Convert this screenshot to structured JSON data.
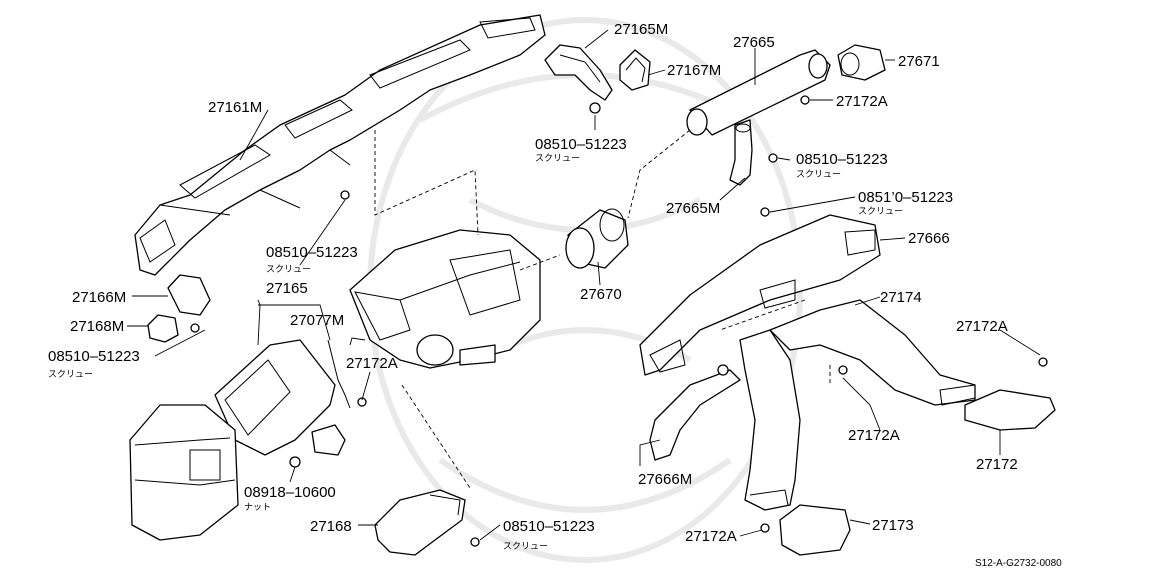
{
  "diagram": {
    "parts": {
      "p27161M": "27161M",
      "p27165M": "27165M",
      "p27167M": "27167M",
      "p27665": "27665",
      "p27671": "27671",
      "p27172A_top": "27172A",
      "screw_top_mid": "08510–51223",
      "screw_top_mid_sub": "スクリュー",
      "screw_right1": "08510–51223",
      "screw_right1_sub": "スクリュー",
      "p27665M": "27665M",
      "screw_right2": "0851’0–51223",
      "screw_right2_sub": "スクリュー",
      "p27666": "27666",
      "screw_left_mid": "08510–51223",
      "screw_left_mid_sub": "スクリュー",
      "p27670": "27670",
      "p27166M": "27166M",
      "p27165": "27165",
      "p27174": "27174",
      "p27077M": "27077M",
      "p27168M": "27168M",
      "p27172A_right": "27172A",
      "screw_left_low": "08510–51223",
      "screw_left_low_sub": "スクリュー",
      "p27172A_mid": "27172A",
      "p27172A_lowright": "27172A",
      "p27666M": "27666M",
      "p27172": "27172",
      "nut": "08918–10600",
      "nut_sub": "ナット",
      "p27168": "27168",
      "screw_bottom": "08510–51223",
      "screw_bottom_sub": "スクリュー",
      "p27172A_bottom": "27172A",
      "p27173": "27173"
    },
    "diagram_code": "S12-A-G2732-0080"
  }
}
